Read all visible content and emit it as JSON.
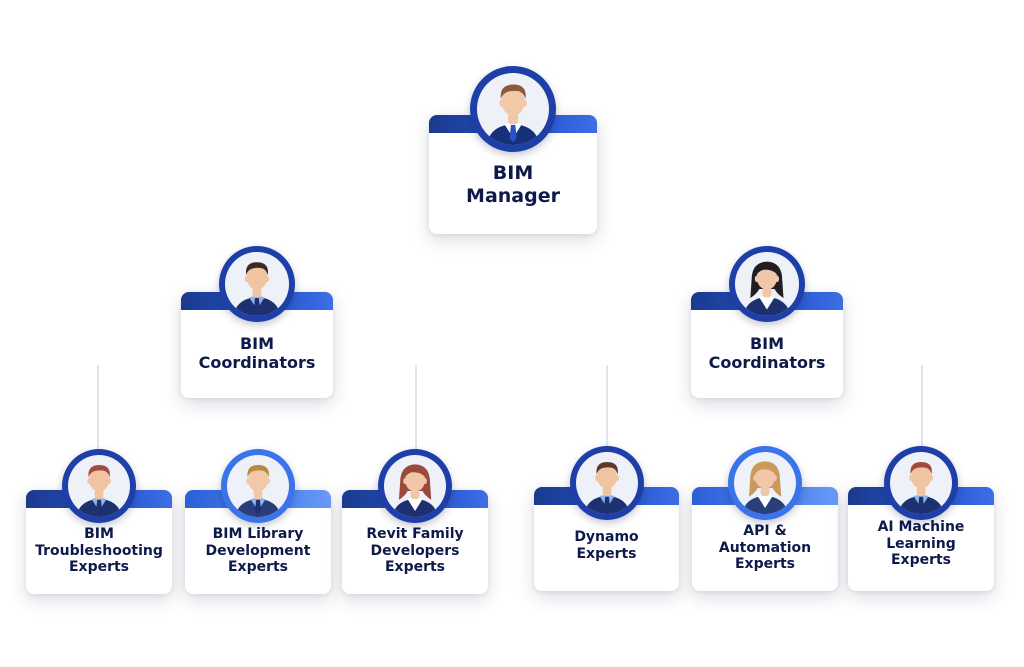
{
  "org_chart": {
    "manager": {
      "label_line1": "BIM",
      "label_line2": "Manager",
      "avatar": "man-with-tie-icon",
      "colors": {
        "skin": "#f2c9a8",
        "hair": "#8a5a3b",
        "shirt": "#ffffff",
        "suit": "#17307a",
        "tie": "#2452c9"
      }
    },
    "coordinators": [
      {
        "label_line1": "BIM",
        "label_line2": "Coordinators",
        "avatar": "man-icon",
        "colors": {
          "skin": "#f0c4a0",
          "hair": "#3b2a22",
          "shirt": "#8fb3ea",
          "suit": "#1d3170",
          "tie": "#1d3170"
        }
      },
      {
        "label_line1": "BIM",
        "label_line2": "Coordinators",
        "avatar": "woman-icon",
        "colors": {
          "skin": "#f2c6a8",
          "hair": "#1e1e24",
          "shirt": "#ffffff",
          "suit": "#1d3170",
          "tie": "#1d3170"
        }
      }
    ],
    "experts": [
      {
        "lines": [
          "BIM",
          "Troubleshooting",
          "Experts"
        ],
        "avatar": "man-icon",
        "colors": {
          "skin": "#f0c4a0",
          "hair": "#a24a3c",
          "shirt": "#8fb3ea",
          "suit": "#1d3170",
          "tie": "#1d3170"
        }
      },
      {
        "lines": [
          "BIM Library",
          "Development",
          "Experts"
        ],
        "avatar": "man-icon",
        "colors": {
          "skin": "#f2c9a8",
          "hair": "#b88a3c",
          "shirt": "#8fb3ea",
          "suit": "#2a3e7c",
          "tie": "#1d3170"
        }
      },
      {
        "lines": [
          "Revit Family",
          "Developers",
          "Experts"
        ],
        "avatar": "woman-icon",
        "colors": {
          "skin": "#f2c6a8",
          "hair": "#9a4a3a",
          "shirt": "#ffffff",
          "suit": "#1d3170",
          "tie": "#1d3170"
        }
      },
      {
        "lines": [
          "Dynamo",
          "Experts"
        ],
        "avatar": "man-icon",
        "colors": {
          "skin": "#f0c4a0",
          "hair": "#5a3a2a",
          "shirt": "#8fb3ea",
          "suit": "#1d3170",
          "tie": "#1d3170"
        }
      },
      {
        "lines": [
          "API & Automation",
          "Experts"
        ],
        "avatar": "woman-icon",
        "colors": {
          "skin": "#f2c6a8",
          "hair": "#c99a5a",
          "shirt": "#ffffff",
          "suit": "#2a3e7c",
          "tie": "#1d3170"
        }
      },
      {
        "lines": [
          "AI Machine",
          "Learning",
          "Experts"
        ],
        "avatar": "man-icon",
        "colors": {
          "skin": "#f0c4a0",
          "hair": "#a24a3c",
          "shirt": "#8fb3ea",
          "suit": "#1d3170",
          "tie": "#1d3170"
        }
      }
    ]
  }
}
